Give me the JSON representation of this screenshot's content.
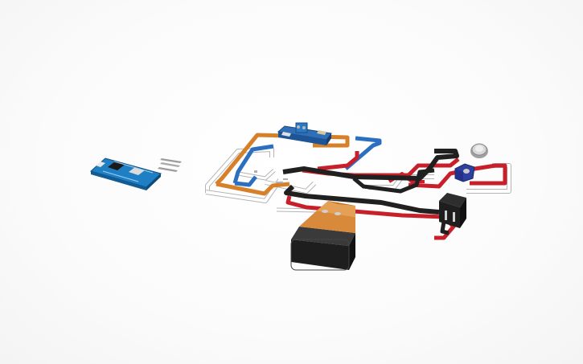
{
  "scene": {
    "kind": "3d-circuit-view",
    "components": [
      {
        "name": "arduino-nano-board",
        "color": "#1f7fc4"
      },
      {
        "name": "header-pins",
        "color": "#9c9c9c"
      },
      {
        "name": "relay-module",
        "color": "#2f6fb8"
      },
      {
        "name": "battery-9v",
        "color": "#2a2a2a",
        "cap_color": "#d9893a"
      },
      {
        "name": "dc-barrel-jack",
        "color": "#1e1e1e"
      },
      {
        "name": "potentiometer-dial",
        "color": "#c8c8c8"
      },
      {
        "name": "blue-component",
        "color": "#2e3f9e"
      }
    ],
    "wire_colors": {
      "orange": "#d7802a",
      "blue": "#2b6fc0",
      "red": "#c8202b",
      "black": "#202020",
      "white": "#f2f2f2"
    }
  }
}
